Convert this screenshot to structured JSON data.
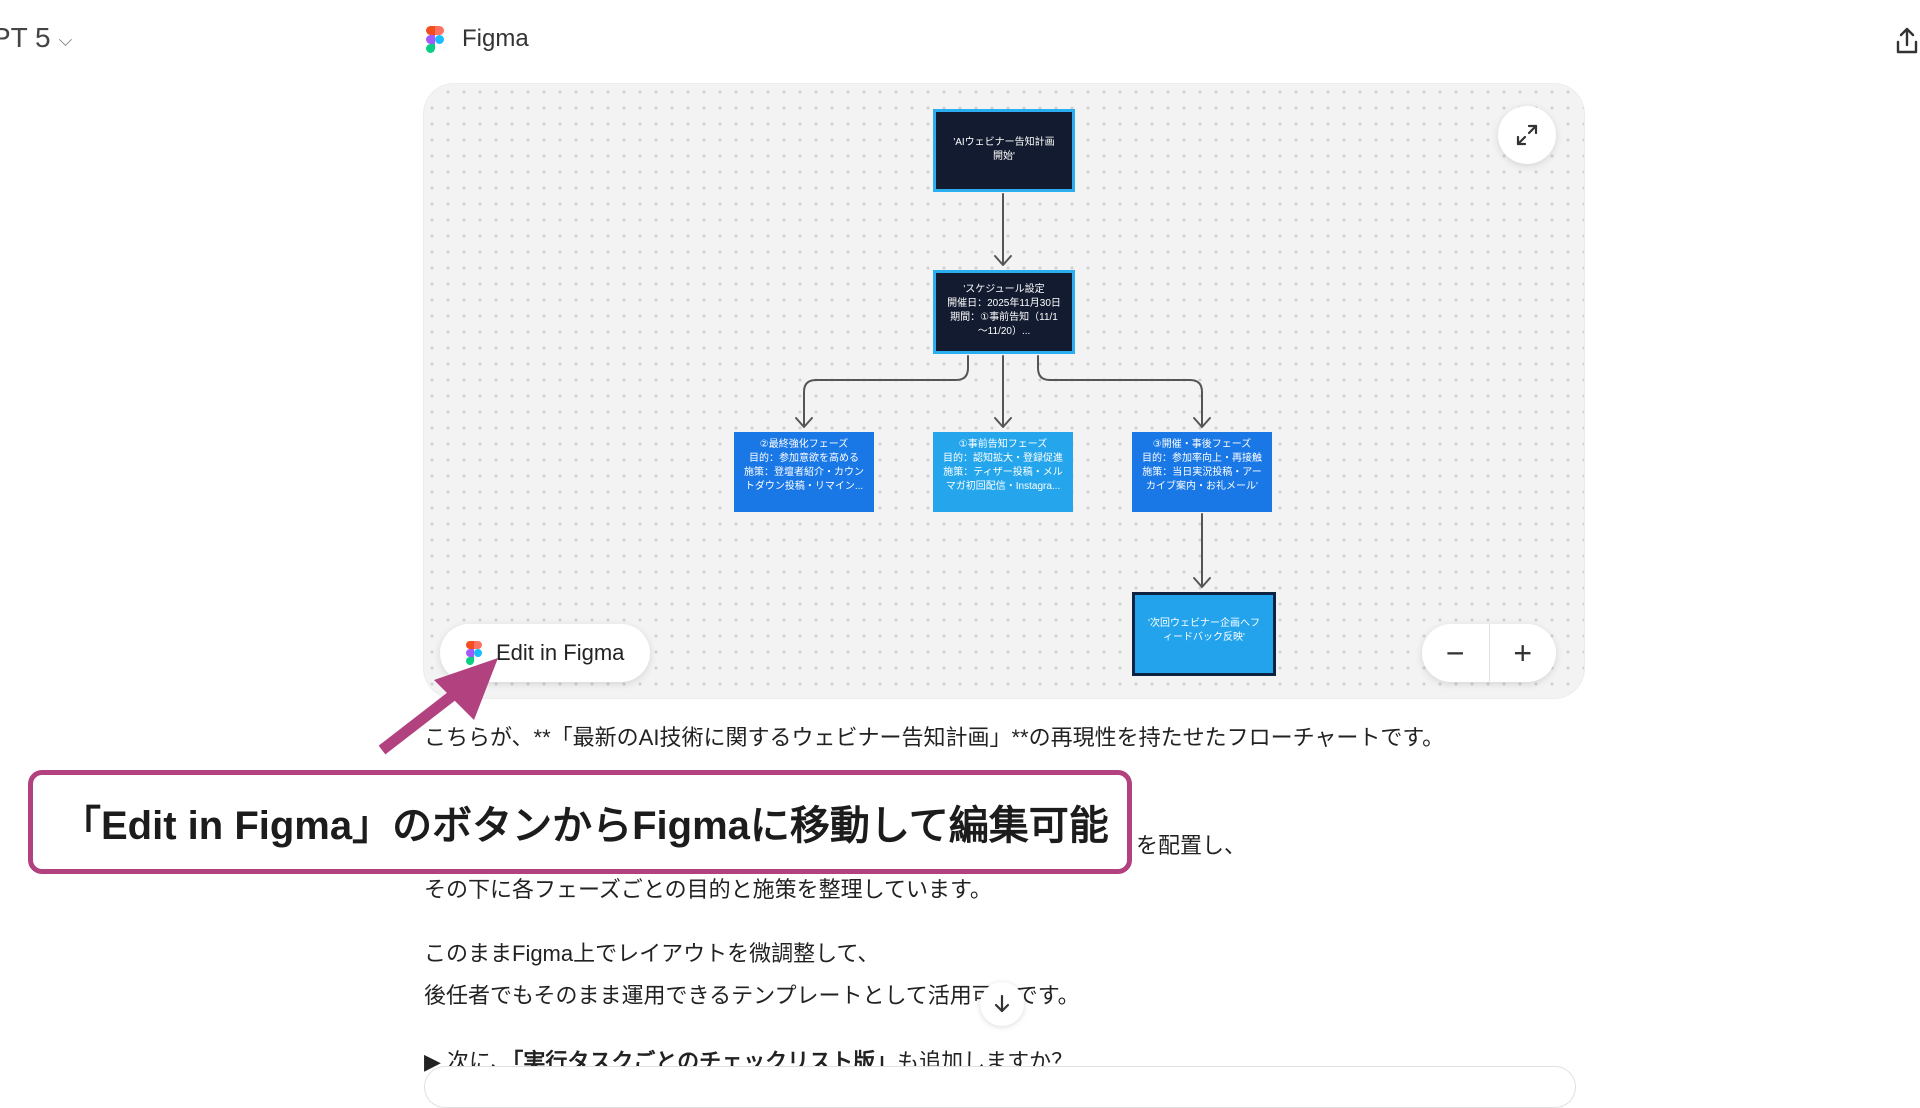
{
  "header": {
    "model_label": "PT 5",
    "chevron_icon": "chevron-down-icon",
    "share_icon": "share-icon"
  },
  "figma_panel": {
    "title": "Figma",
    "expand_icon": "expand-icon",
    "edit_button_label": "Edit in Figma",
    "zoom_out_label": "−",
    "zoom_in_label": "+",
    "nodes": {
      "start": "'AIウェビナー告知計画\n開始'",
      "schedule": "'スケジュール設定\n開催日：2025年11月30日\n期間：①事前告知（11/1\n〜11/20）...",
      "phase2": "②最終強化フェーズ\n目的：参加意欲を高める\n施策：登壇者紹介・カウン\nトダウン投稿・リマイン...",
      "phase1": "①事前告知フェーズ\n目的：認知拡大・登録促進\n施策：ティザー投稿・メル\nマガ初回配信・Instagra...",
      "phase3": "③開催・事後フェーズ\n目的：参加率向上・再接触\n施策：当日実況投稿・アー\nカイブ案内・お礼メール'",
      "final": "'次回ウェビナー企画へフ\nィードバック反映'"
    },
    "colors": {
      "dark_node": "#131b30",
      "blue_node": "#1977e6",
      "cyan_node": "#25a6ec",
      "node_border": "#2aaef0"
    }
  },
  "message": {
    "intro": "こちらが、**「最新のAI技術に関するウェビナー告知計画」**の再現性を持たせたフローチャートです。",
    "line_partial_right": "を配置し、",
    "line_partial_below": "その下に各フェーズごとの目的と施策を整理しています。",
    "para2_line1": "このままFigma上でレイアウトを微調整して、",
    "para2_line2": "後任者でもそのまま運用できるテンプレートとして活用可能です。",
    "next_prefix": "▶ 次に、",
    "next_bold": "「実行タスクごとのチェックリスト版」",
    "next_suffix": "も追加しますか？"
  },
  "annotation": {
    "callout_text": "「Edit in Figma」のボタンからFigmaに移動して編集可能",
    "border_color": "#b2417f"
  },
  "scroll_down_icon": "arrow-down-icon"
}
